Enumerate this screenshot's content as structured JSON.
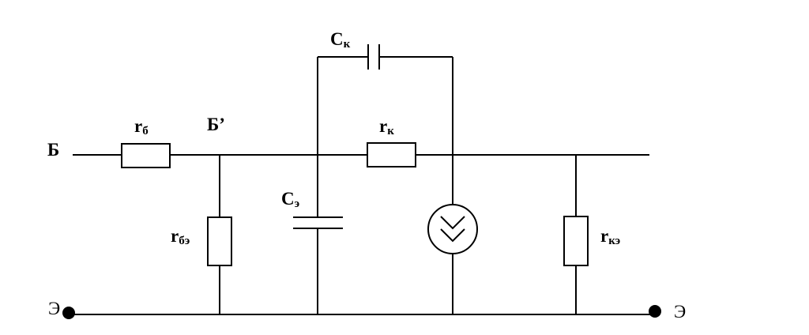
{
  "labels": {
    "node_b": "Б",
    "node_b_prime": "Б’",
    "node_e_left": "Э",
    "node_e_right": "Э",
    "r_b": {
      "main": "r",
      "sub": "б"
    },
    "r_be": {
      "main": "r",
      "sub": "бэ"
    },
    "c_e": {
      "main": "C",
      "sub": "э"
    },
    "c_k": {
      "main": "C",
      "sub": "к"
    },
    "r_k": {
      "main": "r",
      "sub": "к"
    },
    "r_ke": {
      "main": "r",
      "sub": "кэ"
    }
  }
}
